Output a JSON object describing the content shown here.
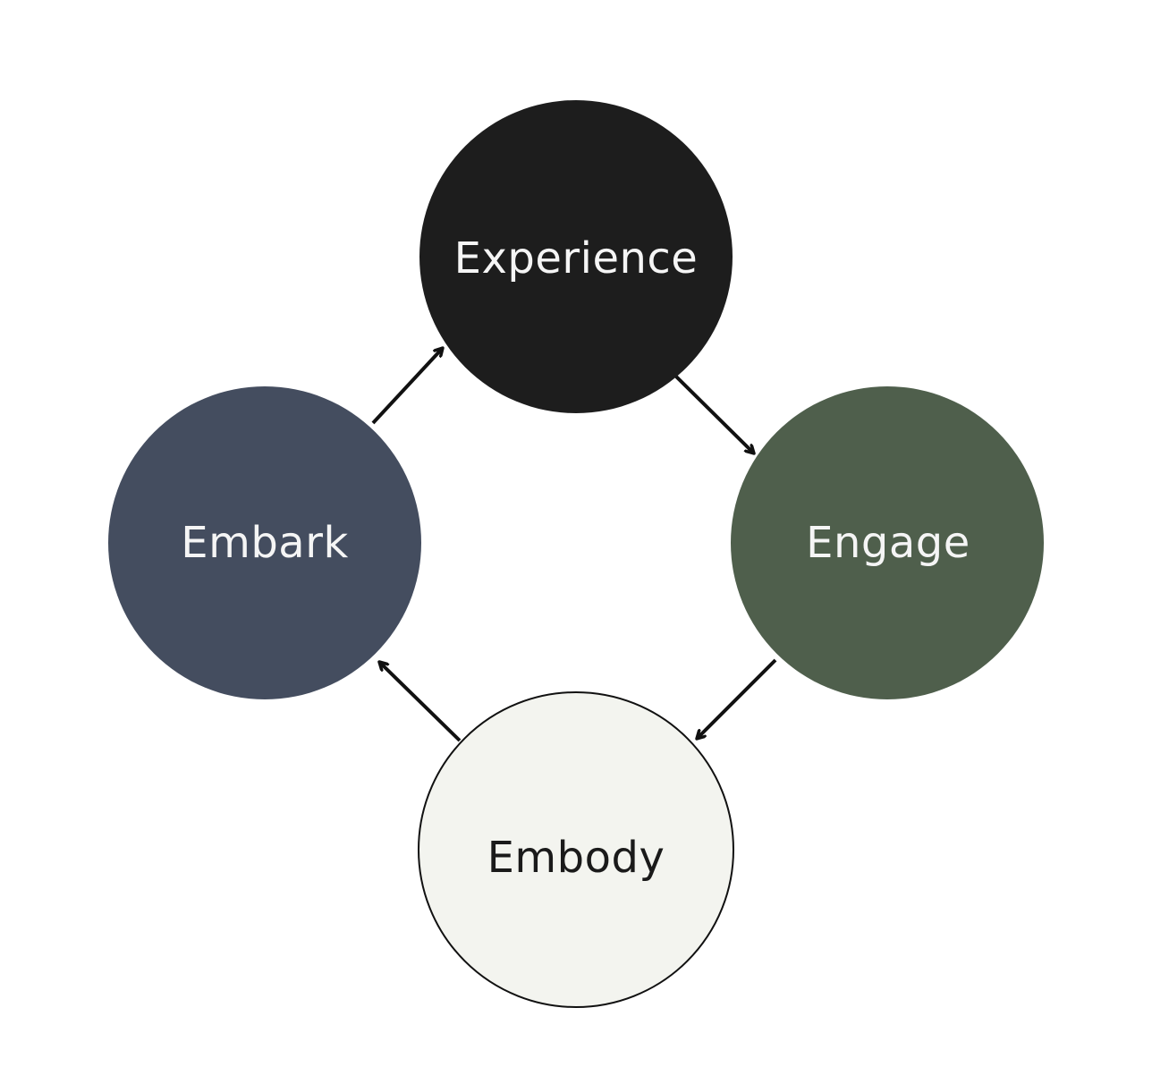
{
  "diagram": {
    "nodes": [
      {
        "id": "experience",
        "label": "Experience",
        "fill": "#1d1d1d",
        "text_color": "#f5f5f5"
      },
      {
        "id": "engage",
        "label": "Engage",
        "fill": "#4f5f4c",
        "text_color": "#f5f5f5"
      },
      {
        "id": "embody",
        "label": "Embody",
        "fill": "#f3f4ef",
        "text_color": "#1a1a1a"
      },
      {
        "id": "embark",
        "label": "Embark",
        "fill": "#444d5f",
        "text_color": "#f5f5f5"
      }
    ],
    "edges": [
      {
        "from": "experience",
        "to": "engage"
      },
      {
        "from": "engage",
        "to": "embody"
      },
      {
        "from": "embody",
        "to": "embark"
      },
      {
        "from": "embark",
        "to": "experience"
      }
    ],
    "edge_color": "#111111"
  }
}
